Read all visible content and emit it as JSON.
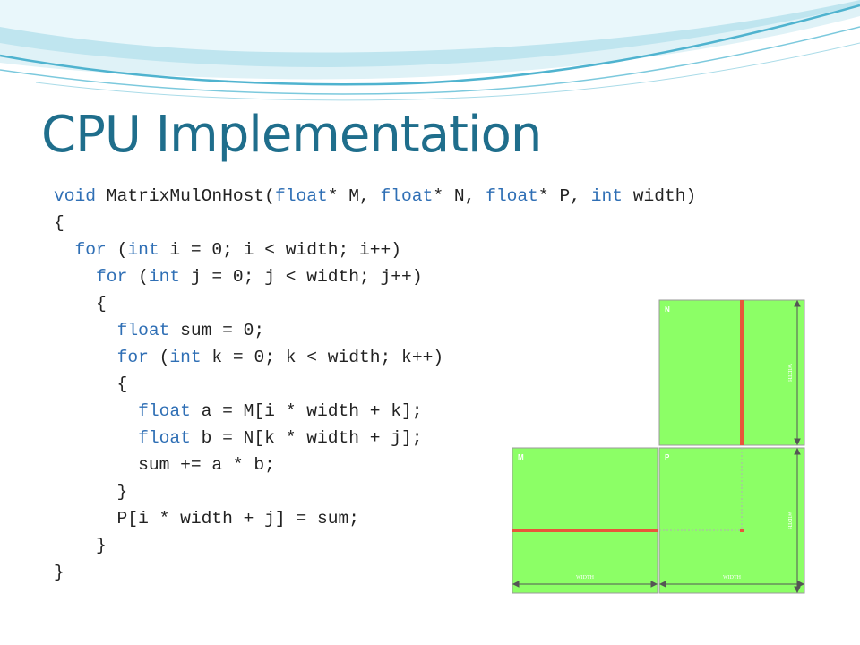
{
  "slide": {
    "title": "CPU Implementation",
    "colors": {
      "title": "#1f6e8c",
      "keyword": "#2f6fb5",
      "matrix_fill": "#8cff66",
      "highlight": "#e8563a"
    }
  },
  "code_lines": [
    [
      {
        "t": "void",
        "k": true
      },
      {
        "t": " MatrixMulOnHost(",
        "k": false
      },
      {
        "t": "float",
        "k": true
      },
      {
        "t": "* M, ",
        "k": false
      },
      {
        "t": "float",
        "k": true
      },
      {
        "t": "* N, ",
        "k": false
      },
      {
        "t": "float",
        "k": true
      },
      {
        "t": "* P, ",
        "k": false
      },
      {
        "t": "int",
        "k": true
      },
      {
        "t": " width)",
        "k": false
      }
    ],
    [
      {
        "t": "{",
        "k": false
      }
    ],
    [
      {
        "t": "  ",
        "k": false
      },
      {
        "t": "for",
        "k": true
      },
      {
        "t": " (",
        "k": false
      },
      {
        "t": "int",
        "k": true
      },
      {
        "t": " i = 0; i < width; i++)",
        "k": false
      }
    ],
    [
      {
        "t": "    ",
        "k": false
      },
      {
        "t": "for",
        "k": true
      },
      {
        "t": " (",
        "k": false
      },
      {
        "t": "int",
        "k": true
      },
      {
        "t": " j = 0; j < width; j++)",
        "k": false
      }
    ],
    [
      {
        "t": "    {",
        "k": false
      }
    ],
    [
      {
        "t": "      ",
        "k": false
      },
      {
        "t": "float",
        "k": true
      },
      {
        "t": " sum = 0;",
        "k": false
      }
    ],
    [
      {
        "t": "      ",
        "k": false
      },
      {
        "t": "for",
        "k": true
      },
      {
        "t": " (",
        "k": false
      },
      {
        "t": "int",
        "k": true
      },
      {
        "t": " k = 0; k < width; k++)",
        "k": false
      }
    ],
    [
      {
        "t": "      {",
        "k": false
      }
    ],
    [
      {
        "t": "        ",
        "k": false
      },
      {
        "t": "float",
        "k": true
      },
      {
        "t": " a = M[i * width + k];",
        "k": false
      }
    ],
    [
      {
        "t": "        ",
        "k": false
      },
      {
        "t": "float",
        "k": true
      },
      {
        "t": " b = N[k * width + j];",
        "k": false
      }
    ],
    [
      {
        "t": "        sum += a * b;",
        "k": false
      }
    ],
    [
      {
        "t": "      }",
        "k": false
      }
    ],
    [
      {
        "t": "      P[i * width + j] = sum;",
        "k": false
      }
    ],
    [
      {
        "t": "    }",
        "k": false
      }
    ],
    [
      {
        "t": "}",
        "k": false
      }
    ]
  ],
  "diagram": {
    "matrix_n_label": "N",
    "matrix_m_label": "M",
    "matrix_p_label": "P",
    "width_label": "WIDTH"
  }
}
